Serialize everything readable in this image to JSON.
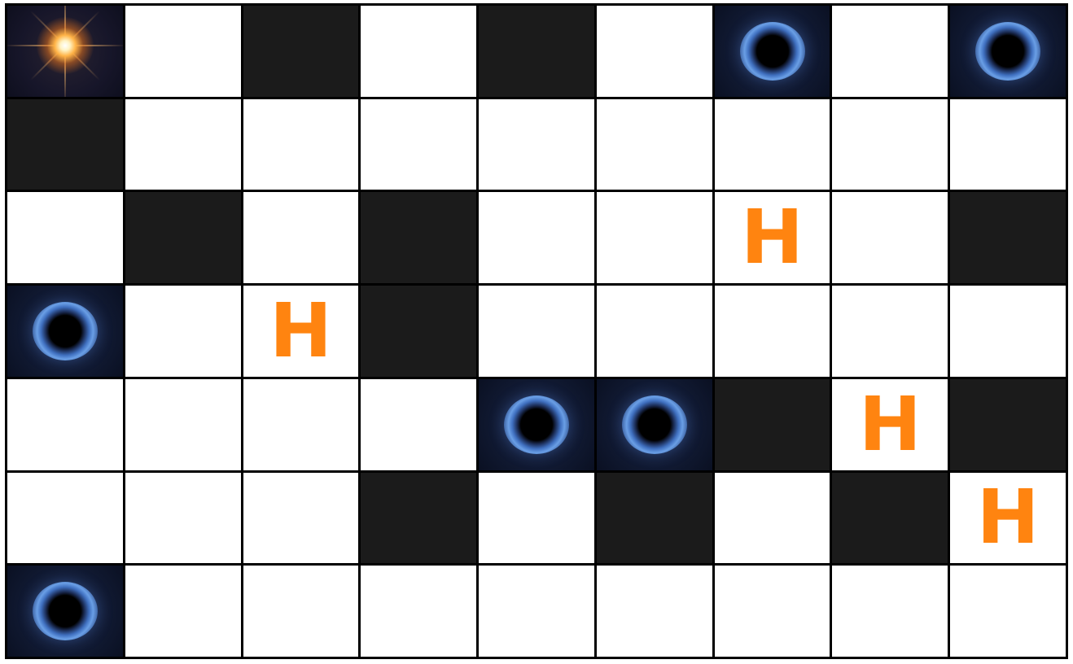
{
  "board": {
    "rows": 7,
    "cols": 9,
    "legend_colors": {
      "empty": "#ffffff",
      "wall": "#1b1b1b",
      "hotel_letter": "#ff8410",
      "black_hole_ring": "#6a9fe6"
    },
    "cells": [
      [
        "star",
        "empty",
        "wall",
        "empty",
        "wall",
        "empty",
        "hole",
        "empty",
        "hole"
      ],
      [
        "wall",
        "empty",
        "empty",
        "empty",
        "empty",
        "empty",
        "empty",
        "empty",
        "empty"
      ],
      [
        "empty",
        "wall",
        "empty",
        "wall",
        "empty",
        "empty",
        "hotel",
        "empty",
        "wall"
      ],
      [
        "hole",
        "empty",
        "hotel",
        "wall",
        "empty",
        "empty",
        "empty",
        "empty",
        "empty"
      ],
      [
        "empty",
        "empty",
        "empty",
        "empty",
        "hole",
        "hole",
        "wall",
        "hotel",
        "wall"
      ],
      [
        "empty",
        "empty",
        "empty",
        "wall",
        "empty",
        "wall",
        "empty",
        "wall",
        "hotel"
      ],
      [
        "hole",
        "empty",
        "empty",
        "empty",
        "empty",
        "empty",
        "empty",
        "empty",
        "empty"
      ]
    ]
  },
  "labels": {
    "hotel": "H"
  },
  "icons": {
    "star": "star-icon",
    "hole": "black-hole-icon"
  }
}
